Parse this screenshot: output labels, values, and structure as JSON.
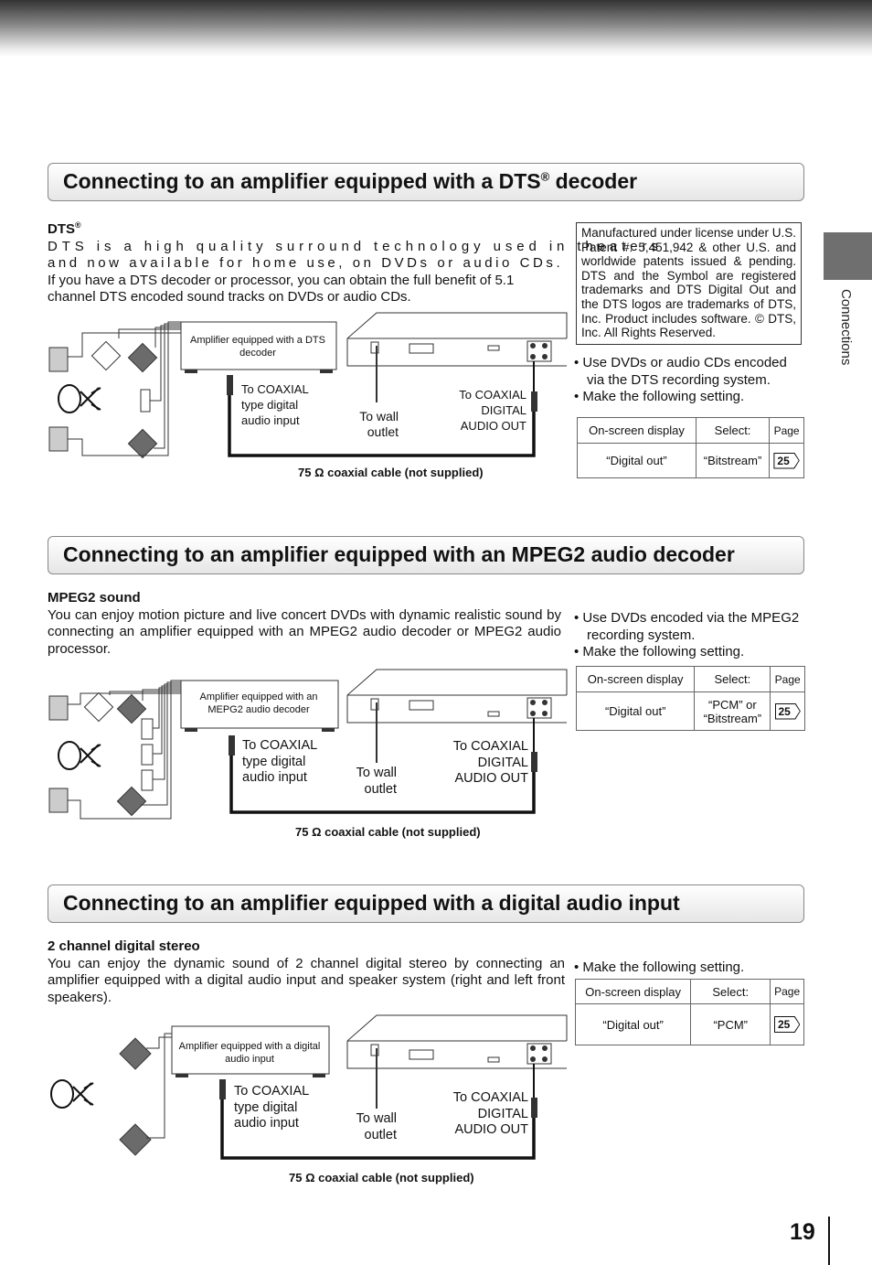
{
  "side_tab": {
    "label": "Connections"
  },
  "sections": [
    {
      "title": "Connecting to an amplifier equipped with a DTS",
      "title_sup": "®",
      "title_suffix": " decoder",
      "intro_heading": "DTS",
      "intro_heading_sup": "®",
      "intro_line1": "DTS is a high quality surround technology used in theaters",
      "intro_line2": "and now available for home use, on DVDs or audio CDs.",
      "intro_rest": "If you have a DTS decoder or processor, you can obtain the full benefit of 5.1 channel DTS encoded sound tracks on DVDs or audio CDs.",
      "notice": "Manufactured under license under U.S. Patent #: 5,451,942 & other U.S. and worldwide patents issued & pending. DTS and the Symbol are registered trademarks and DTS Digital Out and the DTS logos are trademarks of DTS, Inc. Product includes software. © DTS, Inc. All Rights Reserved.",
      "bullets": [
        "Use DVDs or audio CDs encoded via the DTS recording system.",
        "Make the following setting."
      ],
      "table": {
        "h1": "On-screen display",
        "h2": "Select:",
        "h3": "Page",
        "c1": "“Digital out”",
        "c2": "“Bitstream”",
        "page": "25"
      },
      "diagram": {
        "amp_label": "Amplifier equipped with a DTS decoder",
        "to_coaxial_input": "To COAXIAL type digital audio input",
        "to_wall": "To wall outlet",
        "to_coaxial_out": "To COAXIAL DIGITAL AUDIO OUT",
        "cable_caption": "75 Ω coaxial cable (not supplied)"
      }
    },
    {
      "title": "Connecting to an amplifier equipped with an MPEG2 audio decoder",
      "intro_heading": "MPEG2 sound",
      "intro_rest": "You can enjoy motion picture and live concert DVDs with dynamic realistic sound by connecting an amplifier equipped with an MPEG2 audio decoder or MPEG2 audio processor.",
      "bullets": [
        "Use DVDs encoded via the MPEG2 recording system.",
        "Make the following setting."
      ],
      "table": {
        "h1": "On-screen display",
        "h2": "Select:",
        "h3": "Page",
        "c1": "“Digital out”",
        "c2": "“PCM” or “Bitstream”",
        "page": "25"
      },
      "diagram": {
        "amp_label": "Amplifier equipped with an MEPG2 audio decoder",
        "to_coaxial_input": "To COAXIAL type digital audio input",
        "to_wall": "To wall outlet",
        "to_coaxial_out": "To COAXIAL DIGITAL AUDIO OUT",
        "cable_caption": "75 Ω coaxial cable (not supplied)"
      }
    },
    {
      "title": "Connecting to an amplifier equipped with a digital audio input",
      "intro_heading": "2 channel digital stereo",
      "intro_rest": "You can enjoy the dynamic sound of 2 channel digital stereo by connecting an amplifier equipped with a digital audio input and speaker system (right and left front speakers).",
      "bullets": [
        "Make the following setting."
      ],
      "table": {
        "h1": "On-screen display",
        "h2": "Select:",
        "h3": "Page",
        "c1": "“Digital out”",
        "c2": "“PCM”",
        "page": "25"
      },
      "diagram": {
        "amp_label": "Amplifier equipped with a digital audio input",
        "to_coaxial_input": "To COAXIAL type digital audio input",
        "to_wall": "To wall outlet",
        "to_coaxial_out": "To COAXIAL DIGITAL AUDIO OUT",
        "cable_caption": "75 Ω coaxial cable (not supplied)"
      }
    }
  ],
  "page_number": "19"
}
